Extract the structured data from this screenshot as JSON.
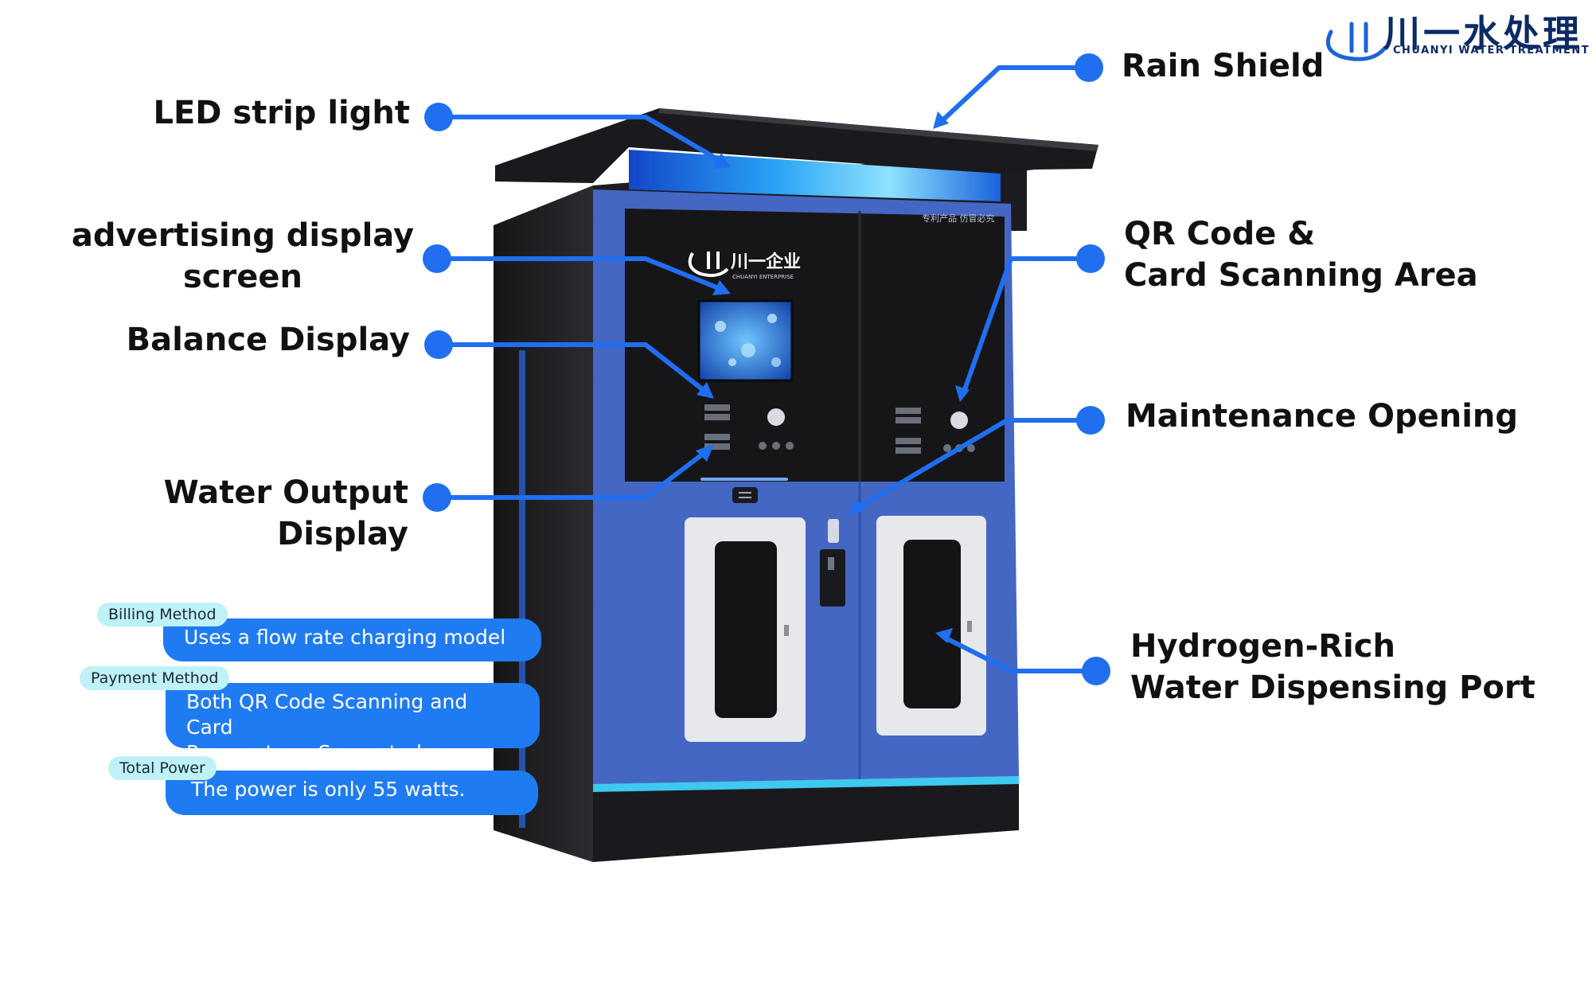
{
  "logo": {
    "chinese": "川一水处理",
    "english": "CHUANYI WATER TREATMENT"
  },
  "machine": {
    "brand_cn": "川一企业",
    "brand_en": "CHUANYI ENTERPRISE",
    "top_plate": "专利产品 仿冒必究"
  },
  "callouts": {
    "led_strip": "LED strip light",
    "advertising_line1": "advertising display",
    "advertising_line2": "screen",
    "balance_display": "Balance Display",
    "water_output_display": "Water Output Display",
    "rain_shield": "Rain Shield",
    "qr_line1": "QR Code &",
    "qr_line2": "Card Scanning Area",
    "maintenance": "Maintenance Opening",
    "hydrogen_line1": "Hydrogen-Rich",
    "hydrogen_line2": "Water Dispensing Port"
  },
  "info": [
    {
      "head": "Billing Method",
      "lines": [
        "Uses a flow rate charging model"
      ]
    },
    {
      "head": "Payment Method",
      "lines": [
        "Both QR Code Scanning and Card",
        "Payment are Supported"
      ]
    },
    {
      "head": "Total Power",
      "lines": [
        "The power is only 55 watts."
      ]
    }
  ],
  "colors": {
    "accent": "#1f6ff0",
    "cabinet_blue": "#4467c4",
    "cabinet_dark": "#1e1e22",
    "info_head": "#bff1f8"
  }
}
